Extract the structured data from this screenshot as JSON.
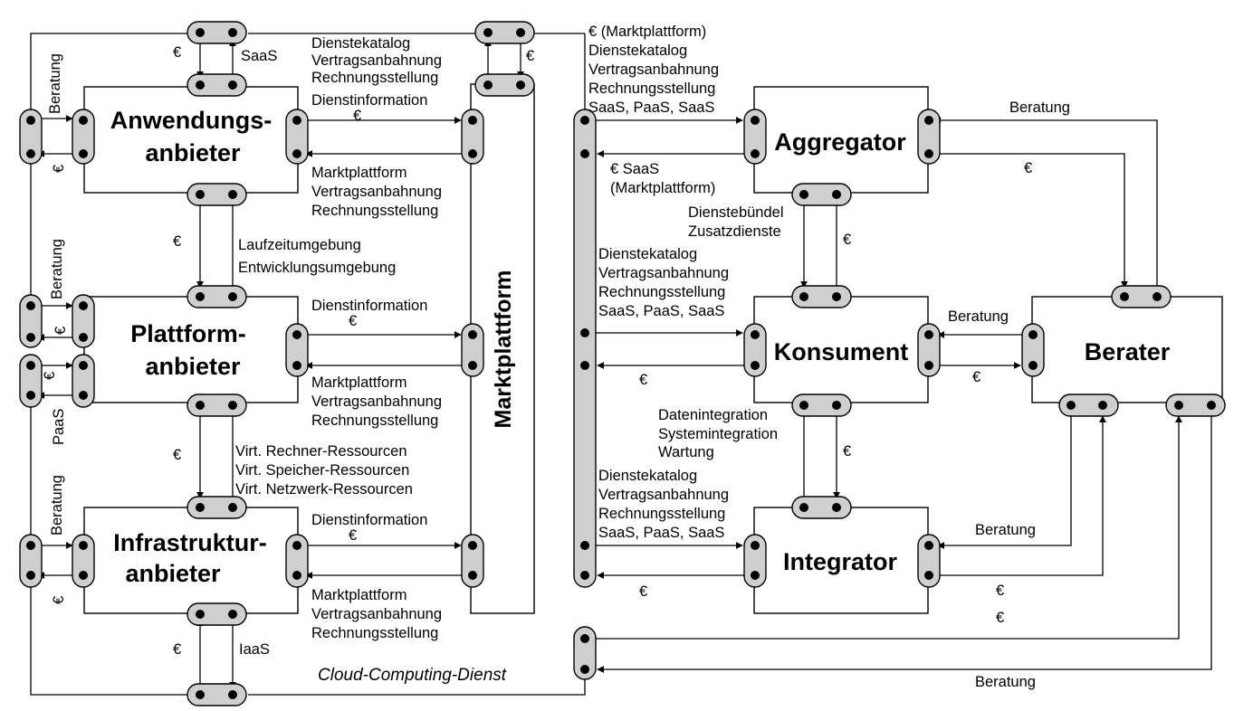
{
  "caption": "Cloud-Computing-Dienst",
  "nodes": {
    "anwendung": [
      "Anwendungs-",
      "anbieter"
    ],
    "plattform": [
      "Plattform-",
      "anbieter"
    ],
    "infrastruktur": [
      "Infrastruktur-",
      "anbieter"
    ],
    "marktplattform": "Marktplattform",
    "aggregator": "Aggregator",
    "konsument": "Konsument",
    "integrator": "Integrator",
    "berater": "Berater"
  },
  "labels": {
    "euro": "€",
    "saas": "SaaS",
    "iaas": "IaaS",
    "paas": "PaaS",
    "beratung": "Beratung",
    "dienstinformation": "Dienstinformation",
    "mp_terms": [
      "Marktplattform",
      "Vertragsanbahnung",
      "Rechnungsstellung"
    ],
    "top_catalog": [
      "Dienstekatalog",
      "Vertragsanbahnung",
      "Rechnungsstellung"
    ],
    "laufzeit": [
      "Laufzeitumgebung",
      "Entwicklungsumgebung"
    ],
    "virt": [
      "Virt. Rechner-Ressourcen",
      "Virt. Speicher-Ressourcen",
      "Virt. Netzwerk-Ressourcen"
    ],
    "right_top": [
      "€ (Marktplattform)",
      "Dienstekatalog",
      "Vertragsanbahnung",
      "Rechnungsstellung",
      "SaaS, PaaS, SaaS"
    ],
    "euro_saas": [
      "€ SaaS",
      "(Marktplattform)"
    ],
    "dienstebuendel": [
      "Dienstebündel",
      "Zusatzdienste"
    ],
    "katalog_full": [
      "Dienstekatalog",
      "Vertragsanbahnung",
      "Rechnungsstellung",
      "SaaS, PaaS, SaaS"
    ],
    "datenintegration": [
      "Datenintegration",
      "Systemintegration",
      "Wartung"
    ]
  }
}
